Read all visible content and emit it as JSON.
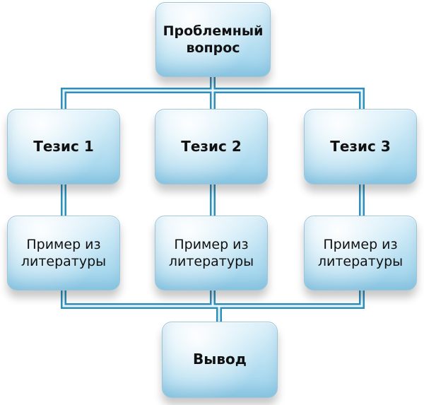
{
  "diagram": {
    "top": {
      "line1": "Проблемный",
      "line2": "вопрос"
    },
    "theses": [
      "Тезис 1",
      "Тезис 2",
      "Тезис 3"
    ],
    "examples": [
      {
        "line1": "Пример из",
        "line2": "литературы"
      },
      {
        "line1": "Пример из",
        "line2": "литературы"
      },
      {
        "line1": "Пример из",
        "line2": "литературы"
      }
    ],
    "bottom": "Вывод"
  }
}
